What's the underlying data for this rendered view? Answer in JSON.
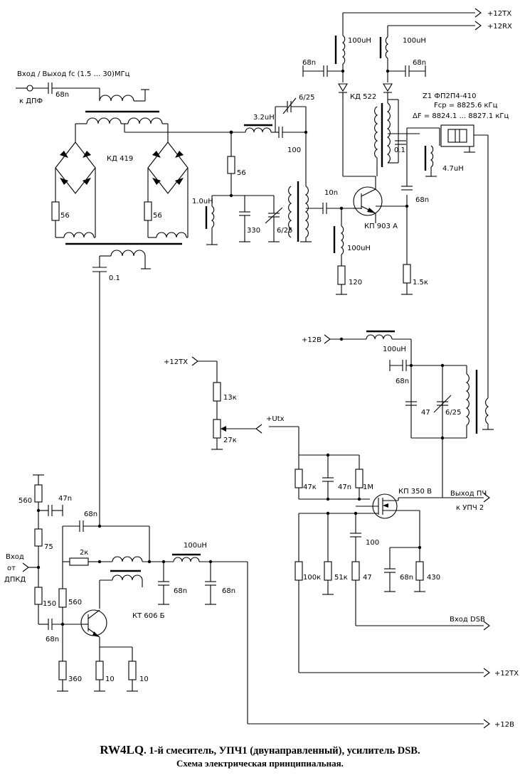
{
  "title": {
    "callsign": "RW4LQ",
    "line1": ". 1-й смеситель,  УПЧ1 (двунаправленный),  усилитель DSB.",
    "line2": "Схема  электрическая принципиальная."
  },
  "ports": {
    "tx12_top": "+12TX",
    "rx12_top": "+12RX",
    "tx12_left": "+12TX",
    "b12_mid": "+12В",
    "utx": "+Utx",
    "in_out_rf": "Вход / Выход  fc  (1.5  ...  30)МГц",
    "to_dpf": "к  ДПФ",
    "in_dpkd_1": "Вход",
    "in_dpkd_2": "от",
    "in_dpkd_3": "ДПКД",
    "if_out_1": "Выход ПЧ",
    "if_out_2": "к УПЧ 2",
    "dsb_in": "Вход  DSB",
    "tx12_bottom": "+12TX",
    "b12_bottom": "+12В"
  },
  "components": {
    "mixer_diodes": "КД 419",
    "diode_kd522": "КД 522",
    "fet_kp903": "КП 903 А",
    "fet_kp350": "КП 350 В",
    "bjt_kt606": "КТ 606 Б",
    "filter_z1": "Z1  ФП2П4-410",
    "filter_fcp": "Fср = 8825.6 кГц",
    "filter_df": "ΔF = 8824.1 ... 8827.1 кГц"
  },
  "values": {
    "c_68n_in": "68n",
    "r56_left": "56",
    "r56_right": "56",
    "c01_mix": "0.1",
    "l_3u2": "3.2uH",
    "c_6_25_top": "6/25",
    "c_100_top": "100",
    "r56_mid": "56",
    "l_1u0": "1.0uH",
    "c330": "330",
    "c_6_25_mid": "6/25",
    "c_10n": "10n",
    "l_100u_a": "100uH",
    "l_100u_b": "100uH",
    "c_68n_a": "68n",
    "c_68n_b": "68n",
    "c_01_z": "0.1",
    "l_4u7": "4.7uH",
    "c_68n_d": "68n",
    "l_100u_c": "100uH",
    "r120": "120",
    "r1k5": "1.5к",
    "l_100u_d": "100uH",
    "c_68n_e": "68n",
    "c47": "47",
    "c_6_25_bot": "6/25",
    "r13k": "13к",
    "r27k": "27к",
    "r47k": "47к",
    "c47n_b": "47n",
    "r1m": "1M",
    "r100k": "100к",
    "r51k": "51к",
    "c100_b": "100",
    "r47": "47",
    "c68n_f": "68n",
    "r430": "430",
    "r560_top": "560",
    "c47n": "47n",
    "r75": "75",
    "c68n_g": "68n",
    "r2k": "2к",
    "l_100u_e": "100uH",
    "r150": "150",
    "r560_b": "560",
    "c68n_h": "68n",
    "c68n_i": "68n",
    "c68n_j": "68n",
    "r360": "360",
    "r10a": "10",
    "r10b": "10"
  }
}
